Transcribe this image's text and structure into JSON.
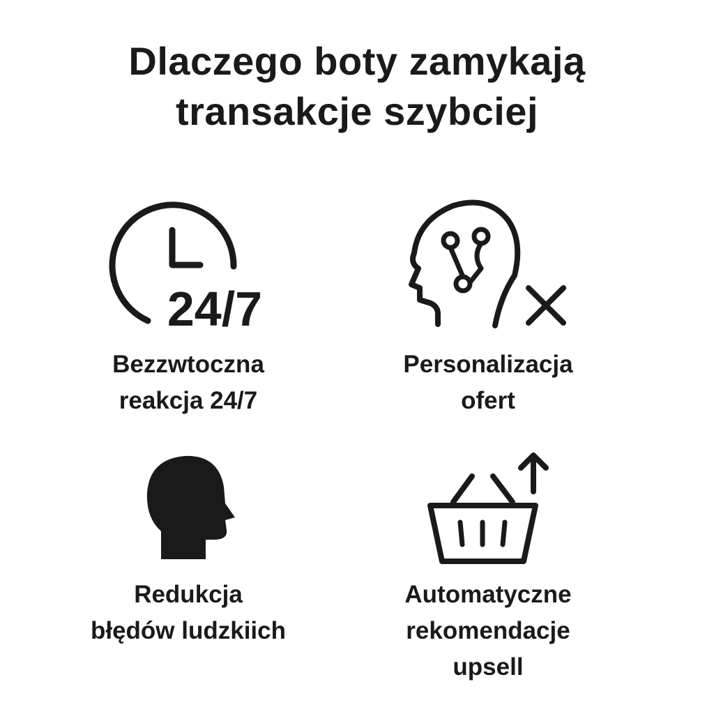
{
  "title": {
    "line1": "Dlaczego boty zamykają",
    "line2": "transakcje szybciej"
  },
  "features": [
    {
      "icon": "clock-24-7-icon",
      "icon_text": "24/7",
      "label_lines": [
        "Bezzwtoczna",
        "reakcja 24/7"
      ]
    },
    {
      "icon": "head-circuit-x-icon",
      "label_lines": [
        "Personalizacja",
        "ofert"
      ]
    },
    {
      "icon": "head-silhouette-icon",
      "label_lines": [
        "Redukcja",
        "błędów ludzkiich"
      ]
    },
    {
      "icon": "basket-arrow-up-icon",
      "label_lines": [
        "Automatyczne",
        "rekomendacje",
        "upsell"
      ]
    }
  ],
  "colors": {
    "ink": "#1a1a1a",
    "background": "#ffffff"
  }
}
